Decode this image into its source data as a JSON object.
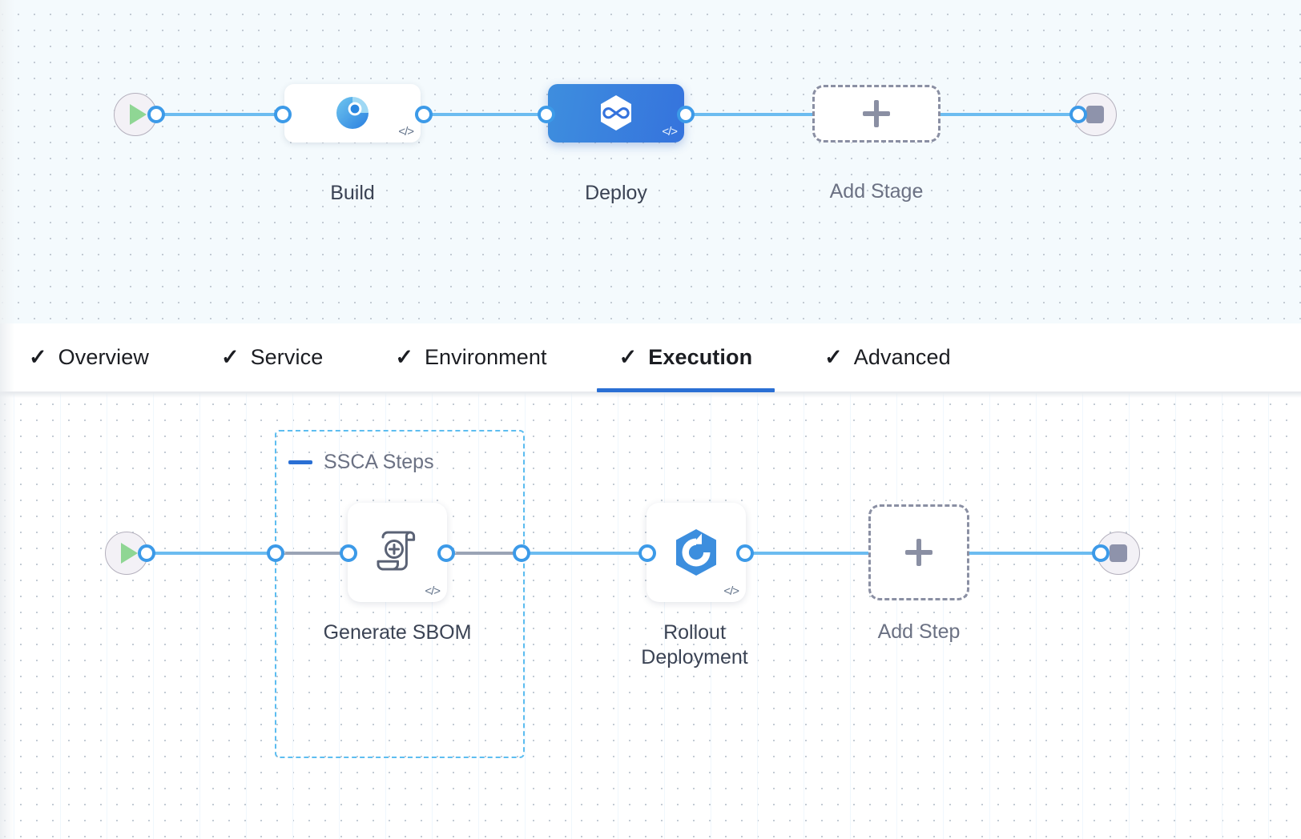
{
  "theme": {
    "accent_blue": "#3c9ae8",
    "selected_blue": "#3573dd",
    "tab_active_underline": "#2a6fd4",
    "group_border": "#5dbdf0",
    "dashed_gray": "#8a8fa3",
    "stage_canvas_bg": "#f4fafd",
    "steps_canvas_bg": "#ffffff"
  },
  "stage_canvas": {
    "name": "pipeline-stages-canvas",
    "start_node": {
      "icon": "play-icon"
    },
    "end_node": {
      "icon": "stop-icon"
    },
    "stages": [
      {
        "label": "Build",
        "icon": "ci-build-icon",
        "code_badge": "</>",
        "selected": false
      },
      {
        "label": "Deploy",
        "icon": "cd-deploy-icon",
        "code_badge": "</>",
        "selected": true
      }
    ],
    "add_stage": {
      "label": "Add Stage",
      "icon": "plus-icon"
    }
  },
  "tabs": {
    "name": "stage-config-tabs",
    "check_glyph": "✓",
    "items": [
      {
        "label": "Overview",
        "active": false,
        "completed": true
      },
      {
        "label": "Service",
        "active": false,
        "completed": true
      },
      {
        "label": "Environment",
        "active": false,
        "completed": true
      },
      {
        "label": "Execution",
        "active": true,
        "completed": true
      },
      {
        "label": "Advanced",
        "active": false,
        "completed": true
      }
    ]
  },
  "steps_canvas": {
    "name": "execution-steps-canvas",
    "start_node": {
      "icon": "play-icon"
    },
    "end_node": {
      "icon": "stop-icon"
    },
    "group": {
      "title": "SSCA Steps",
      "collapse_icon": "collapse-minus-icon"
    },
    "steps": [
      {
        "label": "Generate SBOM",
        "icon": "sbom-scroll-plus-icon",
        "code_badge": "</>"
      },
      {
        "label": "Rollout Deployment",
        "icon": "k8s-rollout-icon",
        "code_badge": "</>"
      }
    ],
    "add_step": {
      "label": "Add Step",
      "icon": "plus-icon"
    }
  }
}
